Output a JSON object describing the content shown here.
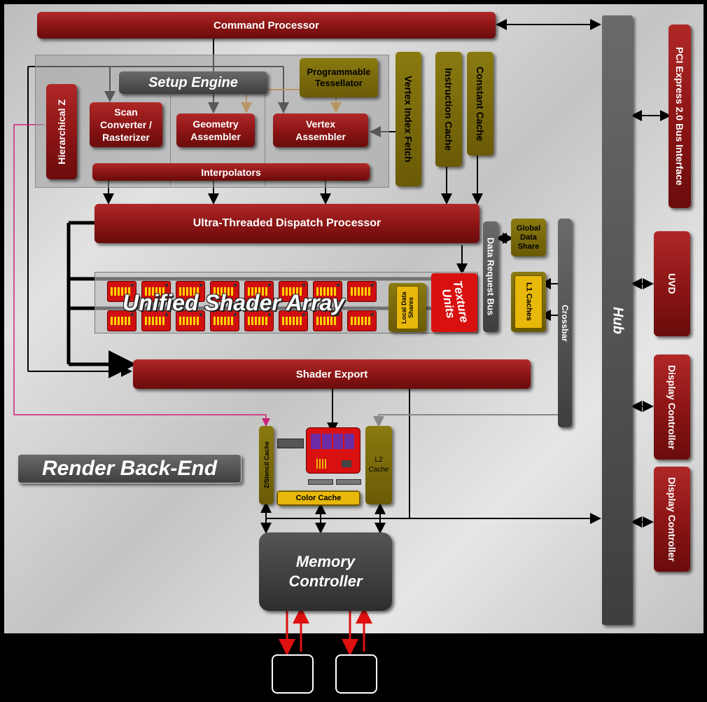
{
  "blocks": {
    "command_processor": "Command Processor",
    "setup_engine": "Setup Engine",
    "programmable_tessellator": "Programmable Tessellator",
    "hierarchical_z": "Hierarchical Z",
    "scan_converter": "Scan Converter / Rasterizer",
    "geometry_assembler": "Geometry Assembler",
    "vertex_assembler": "Vertex Assembler",
    "interpolators": "Interpolators",
    "vertex_index_fetch": "Vertex Index Fetch",
    "instruction_cache": "Instruction Cache",
    "constant_cache": "Constant Cache",
    "dispatch_processor": "Ultra-Threaded Dispatch Processor",
    "global_data_share": "Global Data Share",
    "data_request_bus": "Data Request Bus",
    "l1_caches": "L1 Caches",
    "crossbar": "Crossbar",
    "unified_shader_array": "Unified Shader Array",
    "local_data_shares": "Local Data Shares",
    "texture_units": "Texture Units",
    "shader_export": "Shader Export",
    "render_back_end": "Render Back-End",
    "z_stencil_cache": "Z/Stencil Cache",
    "color_cache": "Color Cache",
    "l2_cache": "L2 Cache",
    "memory_controller": "Memory Controller",
    "hub": "Hub",
    "pci_express": "PCI Express 2.0 Bus Interface",
    "uvd": "UVD",
    "display_controller_1": "Display Controller",
    "display_controller_2": "Display Controller"
  },
  "colors": {
    "block_red": "#8a1414",
    "block_olive": "#6a5a06",
    "block_gold": "#e8b80a",
    "hub_gray": "#5a5a5a",
    "hierarchical_z_link": "#cc2277",
    "tessellator_link": "#d98a20",
    "memory_arrow": "#e01010"
  }
}
